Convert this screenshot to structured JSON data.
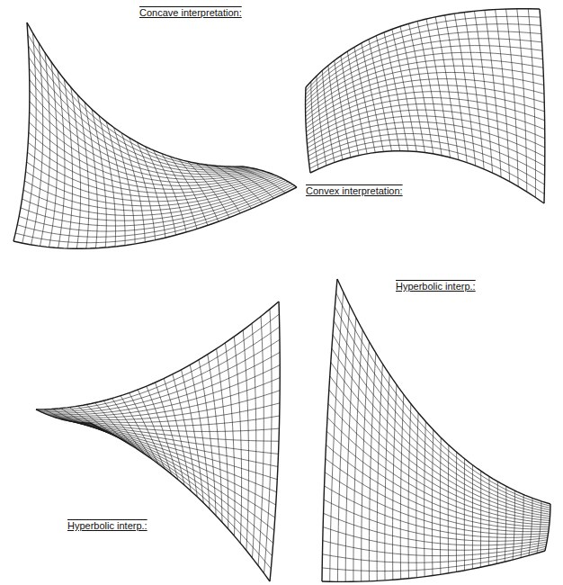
{
  "diagram": {
    "labels": [
      "Concave interpretation:",
      "Convex interpretation:",
      "Hyperbolic interp.:",
      "Hyperbolic interp.:"
    ]
  }
}
